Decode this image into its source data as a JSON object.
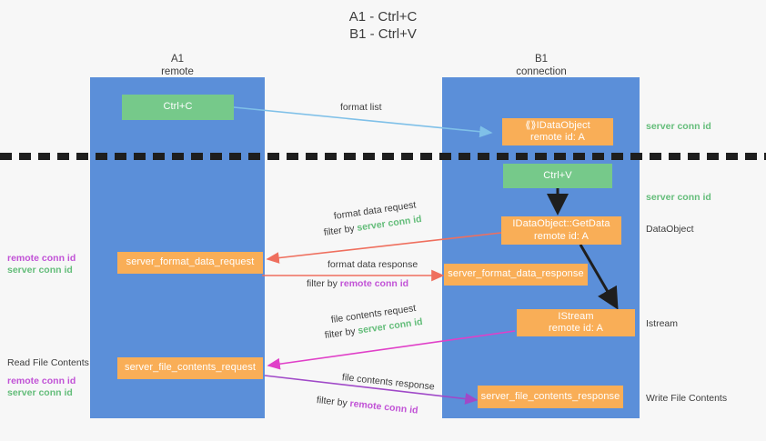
{
  "title": "A1 - Ctrl+C\nB1 - Ctrl+V",
  "lanes": [
    {
      "id": "a1",
      "name": "A1",
      "role": "remote",
      "header": "A1\nremote"
    },
    {
      "id": "b1",
      "name": "B1",
      "role": "connection",
      "header": "B1\nconnection"
    }
  ],
  "colors": {
    "lane": "#5b8fd9",
    "green_node": "#76c98a",
    "orange_node": "#f9ae57",
    "server_conn_id": "#64bd7a",
    "remote_conn_id": "#c152d6",
    "format_arrow": "#7fc0e8",
    "format_data_arrow": "#ef6f5e",
    "file_contents_arrow": "#e040c8",
    "file_response_arrow": "#a049c8",
    "flow_arrow": "#1e1e1e",
    "divider": "#1e1e1e",
    "background": "#f7f7f7"
  },
  "nodes": [
    {
      "id": "ctrl-c",
      "lane": "a1",
      "style": "green",
      "label": "Ctrl+C"
    },
    {
      "id": "idataobject-remote",
      "lane": "b1",
      "style": "orange",
      "label": "⟪⟫IDataObject\nremote id: A"
    },
    {
      "id": "ctrl-v",
      "lane": "b1",
      "style": "green",
      "label": "Ctrl+V"
    },
    {
      "id": "idataobject-getdata",
      "lane": "b1",
      "style": "orange",
      "label": "IDataObject::GetData\nremote id: A"
    },
    {
      "id": "server-format-data-request",
      "lane": "a1",
      "style": "orange",
      "label": "server_format_data_request"
    },
    {
      "id": "server-format-data-response",
      "lane": "b1",
      "style": "orange",
      "label": "server_format_data_response"
    },
    {
      "id": "istream-remote",
      "lane": "b1",
      "style": "orange",
      "label": "IStream\nremote id: A"
    },
    {
      "id": "server-file-contents-request",
      "lane": "a1",
      "style": "orange",
      "label": "server_file_contents_request"
    },
    {
      "id": "server-file-contents-response",
      "lane": "b1",
      "style": "orange",
      "label": "server_file_contents_response"
    }
  ],
  "edge_labels": {
    "format_list": "format list",
    "format_data_request": "format data request",
    "format_data_request_filter_prefix": "filter by ",
    "format_data_request_filter_value": "server conn id",
    "format_data_response": "format data response",
    "format_data_response_filter_prefix": "filter by ",
    "format_data_response_filter_value": "remote conn id",
    "file_contents_request": "file contents request",
    "file_contents_request_filter_prefix": "filter by ",
    "file_contents_request_filter_value": "server conn id",
    "file_contents_response": "file contents response",
    "file_contents_response_filter_prefix": "filter by ",
    "file_contents_response_filter_value": "remote conn id"
  },
  "right_labels": {
    "server_conn_id_top": "server conn id",
    "server_conn_id_mid": "server conn id",
    "data_object": "DataObject",
    "istream": "Istream",
    "write_file_contents": "Write File Contents"
  },
  "left_labels": {
    "remote_conn_id_upper": "remote conn id",
    "server_conn_id_upper": "server conn id",
    "read_file_contents": "Read File Contents",
    "remote_conn_id_lower": "remote conn id",
    "server_conn_id_lower": "server conn id"
  }
}
